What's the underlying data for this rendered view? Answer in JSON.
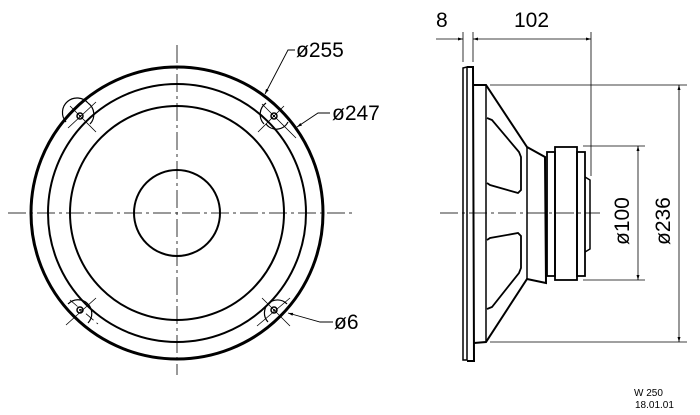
{
  "drawing": {
    "title": "W 250",
    "date": "18.01.01",
    "front_view": {
      "labels": {
        "outer_diameter": "ø255",
        "inner_mount_diameter": "ø247",
        "hole_diameter": "ø6"
      }
    },
    "side_view": {
      "labels": {
        "flange_thickness": "8",
        "depth": "102",
        "magnet_diameter": "ø100",
        "basket_diameter": "ø236"
      }
    },
    "colors": {
      "line": "#000000",
      "background": "#ffffff",
      "centerline": "#333333"
    }
  }
}
